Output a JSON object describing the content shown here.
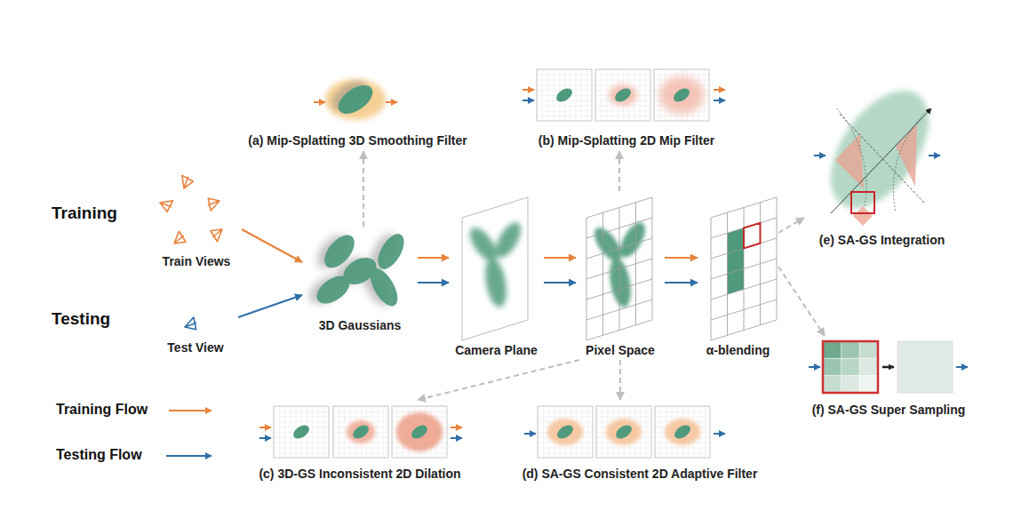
{
  "diagram": {
    "nodes": [
      {
        "text": [
          "(a) Mip-Splatting 3D Smoothing Filter"
        ]
      },
      {
        "text": [
          "(b) Mip-Splatting 2D Mip Filter"
        ]
      },
      {
        "text": [
          "(e) SA-GS Integration"
        ]
      },
      {
        "text": [
          "Train Views"
        ]
      },
      {
        "text": [
          "Test View"
        ]
      },
      {
        "text": [
          "3D Gaussians"
        ]
      },
      {
        "text": [
          "Camera Plane"
        ]
      },
      {
        "text": [
          "Pixel Space"
        ]
      },
      {
        "text": [
          "α-blending"
        ]
      },
      {
        "text": [
          "(f) SA-GS Super Sampling"
        ]
      },
      {
        "text": [
          "(c) 3D-GS Inconsistent 2D Dilation"
        ]
      },
      {
        "text": [
          "(d) SA-GS Consistent 2D Adaptive Filter"
        ]
      }
    ],
    "edges": [
      {
        "from": 3,
        "to": 5,
        "arrow": "to"
      },
      {
        "from": 4,
        "to": 5,
        "arrow": "to"
      },
      {
        "from": 5,
        "to": 6,
        "arrow": "to"
      },
      {
        "from": 5,
        "to": 6,
        "arrow": "to"
      },
      {
        "from": 6,
        "to": 7,
        "arrow": "to"
      },
      {
        "from": 6,
        "to": 7,
        "arrow": "to"
      },
      {
        "from": 7,
        "to": 8,
        "arrow": "to"
      },
      {
        "from": 7,
        "to": 8,
        "arrow": "to"
      },
      {
        "from": 5,
        "to": 0,
        "arrow": "to"
      },
      {
        "from": 7,
        "to": 1,
        "arrow": "to"
      },
      {
        "from": 7,
        "to": 10,
        "arrow": "to"
      },
      {
        "from": 7,
        "to": 11,
        "arrow": "to"
      },
      {
        "from": 8,
        "to": 2,
        "arrow": "to"
      },
      {
        "from": 8,
        "to": 9,
        "arrow": "to"
      }
    ],
    "labels": [
      "Training",
      "Testing"
    ],
    "legend": [
      {
        "text": "Training Flow"
      },
      {
        "text": "Testing Flow"
      }
    ]
  }
}
